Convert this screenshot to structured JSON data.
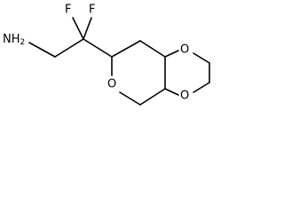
{
  "molecule": {
    "atoms": {
      "fluorine_left": "F",
      "fluorine_right": "F",
      "amine": "NH",
      "amine_subscript": "2",
      "ring_oxygen": "O",
      "dioxolane_oxygen_top": "O",
      "dioxolane_oxygen_bottom": "O"
    }
  }
}
